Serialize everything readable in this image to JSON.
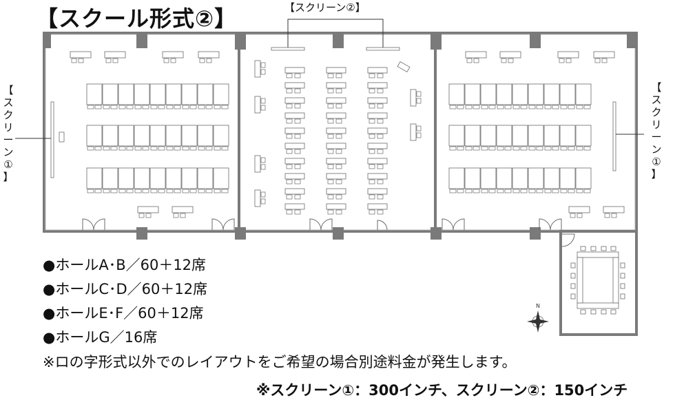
{
  "title": "【スクール形式②】",
  "screen_labels": {
    "top": "【スクリーン②】",
    "left": [
      "【",
      "ス",
      "ク",
      "リ",
      "ー",
      "ン",
      "①",
      "】"
    ],
    "right": [
      "【",
      "ス",
      "ク",
      "リ",
      "ー",
      "ン",
      "①",
      "】"
    ]
  },
  "legend": [
    {
      "bullet": "●",
      "text": "ホールA･B／60＋12席"
    },
    {
      "bullet": "●",
      "text": "ホールC･D／60＋12席"
    },
    {
      "bullet": "●",
      "text": "ホールE･F／60＋12席"
    },
    {
      "bullet": "●",
      "text": "ホールG／16席"
    }
  ],
  "notes": {
    "layout_note": "※ロの字形式以外でのレイアウトをご希望の場合別途料金が発生します。",
    "screen_sizes": "※スクリーン①：300インチ、スクリーン②：150インチ"
  },
  "compass": {
    "label": "N"
  },
  "colors": {
    "wall": "#7a7a7a",
    "table_fill": "#ffffff",
    "table_stroke": "#6a6a6a",
    "text": "#111111"
  }
}
